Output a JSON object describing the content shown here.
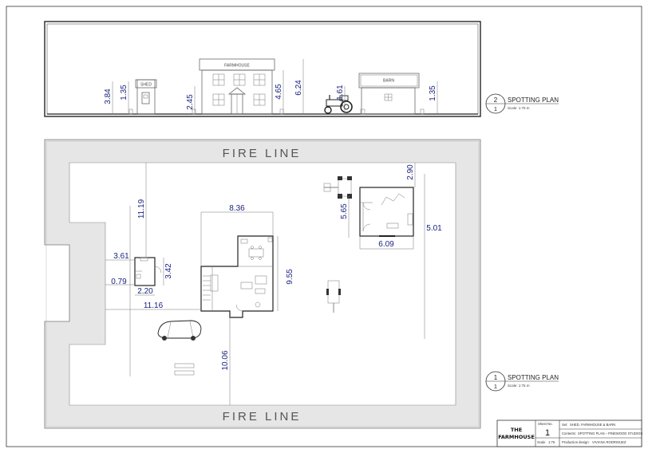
{
  "elevation": {
    "labels": {
      "shed": "SHED",
      "farmhouse": "FARMHOUSE",
      "barn": "BARN"
    },
    "dims": {
      "shed_total": "3.84",
      "shed_body": "1.35",
      "farmhouse_ground": "2.45",
      "farmhouse_eave": "4.65",
      "farmhouse_ridge": "6.24",
      "tractor": "1.61",
      "barn_side": "1.35"
    }
  },
  "plan": {
    "fire_line_top": "FIRE LINE",
    "fire_line_bottom": "FIRE LINE",
    "dims": {
      "d_11_19": "11.19",
      "d_8_36": "8.36",
      "d_2_90": "2.90",
      "d_5_65": "5.65",
      "d_5_01": "5.01",
      "d_6_09": "6.09",
      "d_3_61": "3.61",
      "d_3_42": "3.42",
      "d_0_79": "0.79",
      "d_2_20": "2.20",
      "d_9_55": "9.55",
      "d_11_16": "11.16",
      "d_10_06": "10.06"
    }
  },
  "callouts": {
    "upper": {
      "number": "2",
      "sheet": "1",
      "title": "SPOTTING PLAN",
      "scale": "Scale: 1:75 m"
    },
    "lower": {
      "number": "1",
      "sheet": "1",
      "title": "SPOTTING PLAN",
      "scale": "Scale: 1:75 m"
    }
  },
  "title_block": {
    "logo_line1": "THE",
    "logo_line2": "FARMHOUSE",
    "sheet_no_label": "Sheet No.",
    "sheet_no": "1",
    "scale_label": "Scale",
    "scale": "1:75",
    "set_label": "Set:",
    "set_value": "SHED, FARMHOUSE & BARN",
    "contents_label": "Contents:",
    "contents_value": "SPOTTING PLAN – PINEWOOD STUDIOS",
    "production_label": "Production design:",
    "production_value": "VIVIANA RODRIGUEZ"
  }
}
